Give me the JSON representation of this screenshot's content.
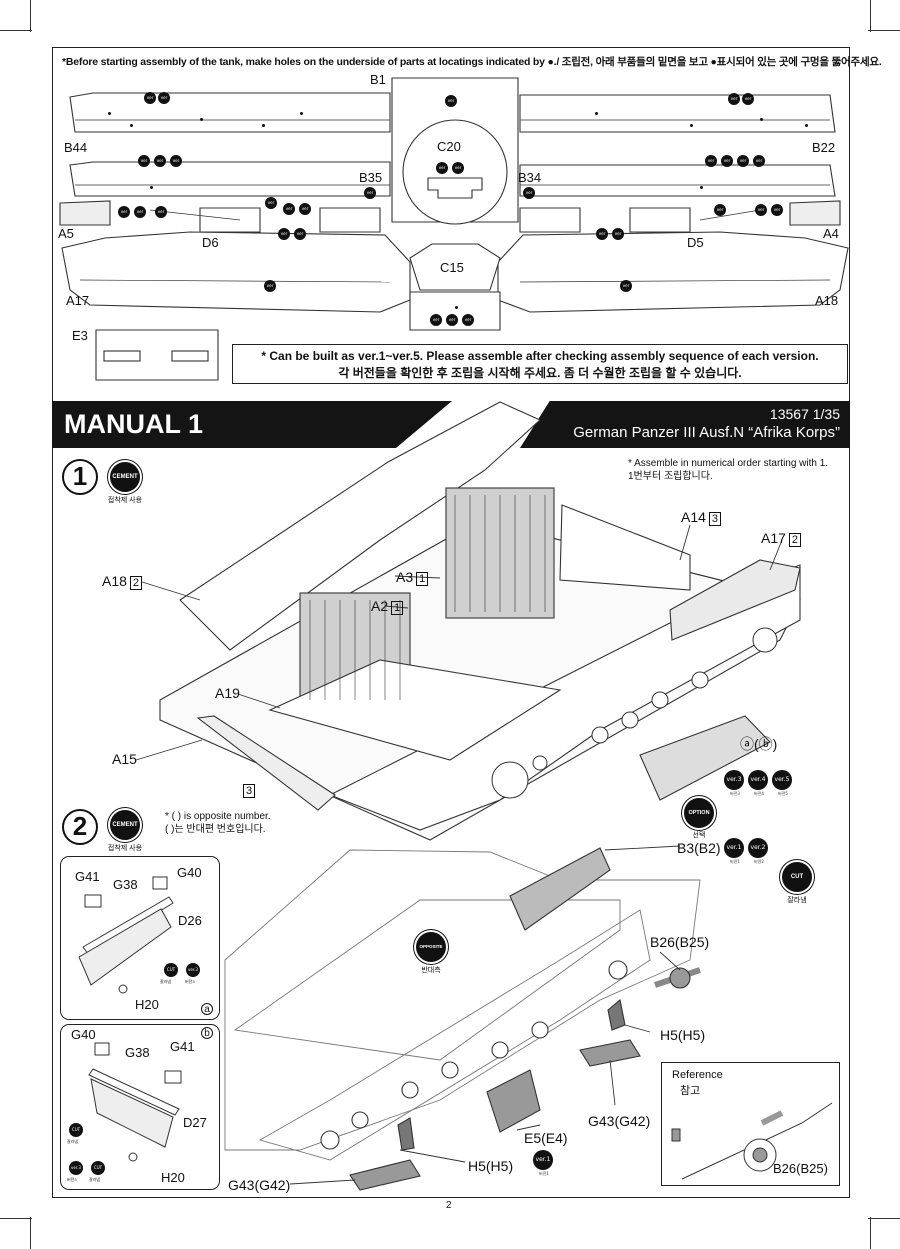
{
  "header_note": "*Before starting assembly of the tank, make holes on the underside of parts at locatings indicated by ●./ 조립전, 아래 부품들의 밑면을 보고 ●표시되어 있는 곳에 구멍을 뚫어주세요.",
  "parts_top": {
    "B1": "B1",
    "B44": "B44",
    "B22": "B22",
    "C20": "C20",
    "B35": "B35",
    "B34": "B34",
    "A5": "A5",
    "A4": "A4",
    "D6": "D6",
    "D5": "D5",
    "C15": "C15",
    "A17": "A17",
    "A18": "A18",
    "E3": "E3"
  },
  "version_note": {
    "line1": "* Can be built as ver.1~ver.5. Please assemble after checking assembly sequence of each version.",
    "line2": "각 버전들을 확인한 후 조립을 시작해 주세요. 좀 더 수월한 조립을 할 수 있습니다."
  },
  "manual_title": "MANUAL 1",
  "kit": {
    "line1": "13567 1/35",
    "line2": "German Panzer III Ausf.N “Afrika Korps”"
  },
  "step1": {
    "number": "1",
    "cement_label": "CEMENT",
    "cement_caption": "접착제 사용",
    "order_note_1": "* Assemble in numerical order starting with 1.",
    "order_note_2": "1번부터 조립합니다.",
    "labels": {
      "A14": "A14",
      "A14_n": "3",
      "A17": "A17",
      "A17_n": "2",
      "A18": "A18",
      "A18_n": "2",
      "A3": "A3",
      "A3_n": "1",
      "A2": "A2",
      "A2_n": "1",
      "A19": "A19",
      "A15": "A15",
      "box3": "3",
      "ab": "ⓐ(ⓑ)"
    },
    "versions": [
      {
        "ver": "ver.3",
        "cap": "버전3"
      },
      {
        "ver": "ver.4",
        "cap": "버전4"
      },
      {
        "ver": "ver.5",
        "cap": "버전5"
      }
    ],
    "option_label": "OPTION",
    "option_caption": "선택"
  },
  "step2": {
    "number": "2",
    "cement_label": "CEMENT",
    "cement_caption": "접착제 사용",
    "opposite_note_1": "* ( ) is opposite number.",
    "opposite_note_2": "( )는 반대편 번호입니다.",
    "labels": {
      "B3B2": "B3(B2)",
      "B26B25": "B26(B25)",
      "H5H5_upper": "H5(H5)",
      "G43G42_upper": "G43(G42)",
      "E5E4": "E5(E4)",
      "H5H5_lower": "H5(H5)",
      "G43G42_lower": "G43(G42)"
    },
    "b3_versions": [
      {
        "ver": "ver.1",
        "cap": "버전1"
      },
      {
        "ver": "ver.2",
        "cap": "버전2"
      }
    ],
    "e5_version": {
      "ver": "ver.1",
      "cap": "버전1"
    },
    "cut_label": "CUT",
    "cut_caption": "잘라냄",
    "opposite_label": "OPPOSITE",
    "opposite_caption": "반대측",
    "inset_a": {
      "G41": "G41",
      "G38": "G38",
      "G40": "G40",
      "D26": "D26",
      "H20": "H20",
      "letter": "a",
      "cut": "CUT",
      "cut_cap": "잘라냄",
      "ver": "ver.3",
      "ver_cap": "버전3"
    },
    "inset_b": {
      "G40": "G40",
      "G38": "G38",
      "G41": "G41",
      "D27": "D27",
      "H20": "H20",
      "letter": "b",
      "cut": "CUT",
      "cut_cap": "잘라냄",
      "ver": "ver.3",
      "ver_cap": "버전3",
      "cut2": "CUT",
      "cut2_cap": "잘라냄"
    },
    "reference": {
      "title": "Reference",
      "title_ko": "참고",
      "part": "B26(B25)"
    }
  },
  "page_number": "2"
}
